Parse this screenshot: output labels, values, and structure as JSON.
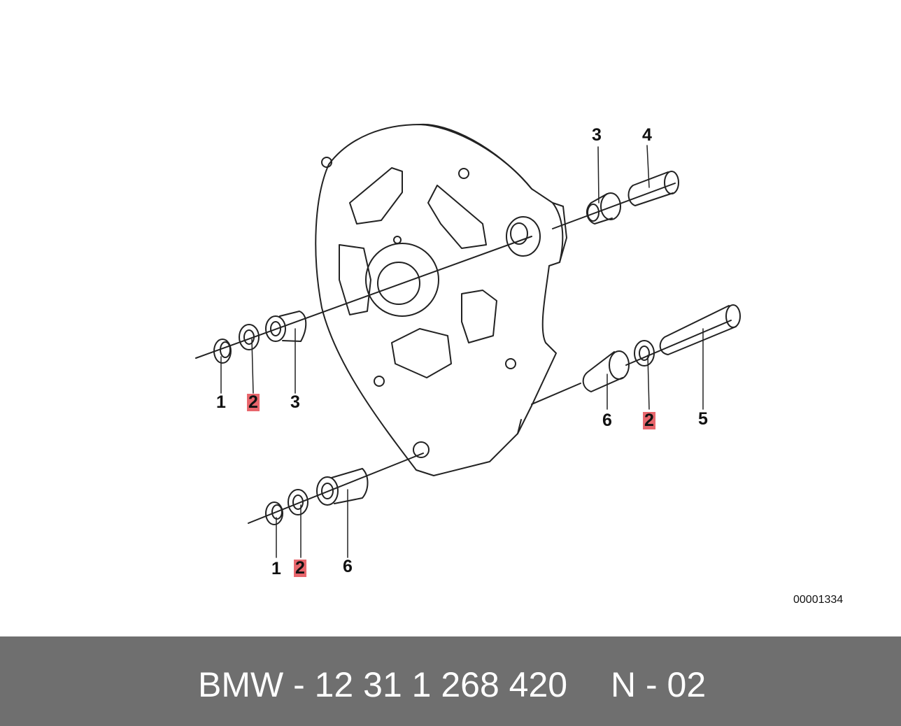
{
  "callouts": {
    "c1a": "1",
    "c2a": "2",
    "c3a": "3",
    "c3b": "3",
    "c4": "4",
    "c6a": "6",
    "c2b": "2",
    "c5": "5",
    "c1b": "1",
    "c2c": "2",
    "c6b": "6"
  },
  "highlight_color": "#e8666c",
  "reference_code": "00001334",
  "footer": {
    "part_number": "BMW - 12 31 1 268 420",
    "position_code": "N - 02",
    "background_color": "#6f6f6f"
  }
}
